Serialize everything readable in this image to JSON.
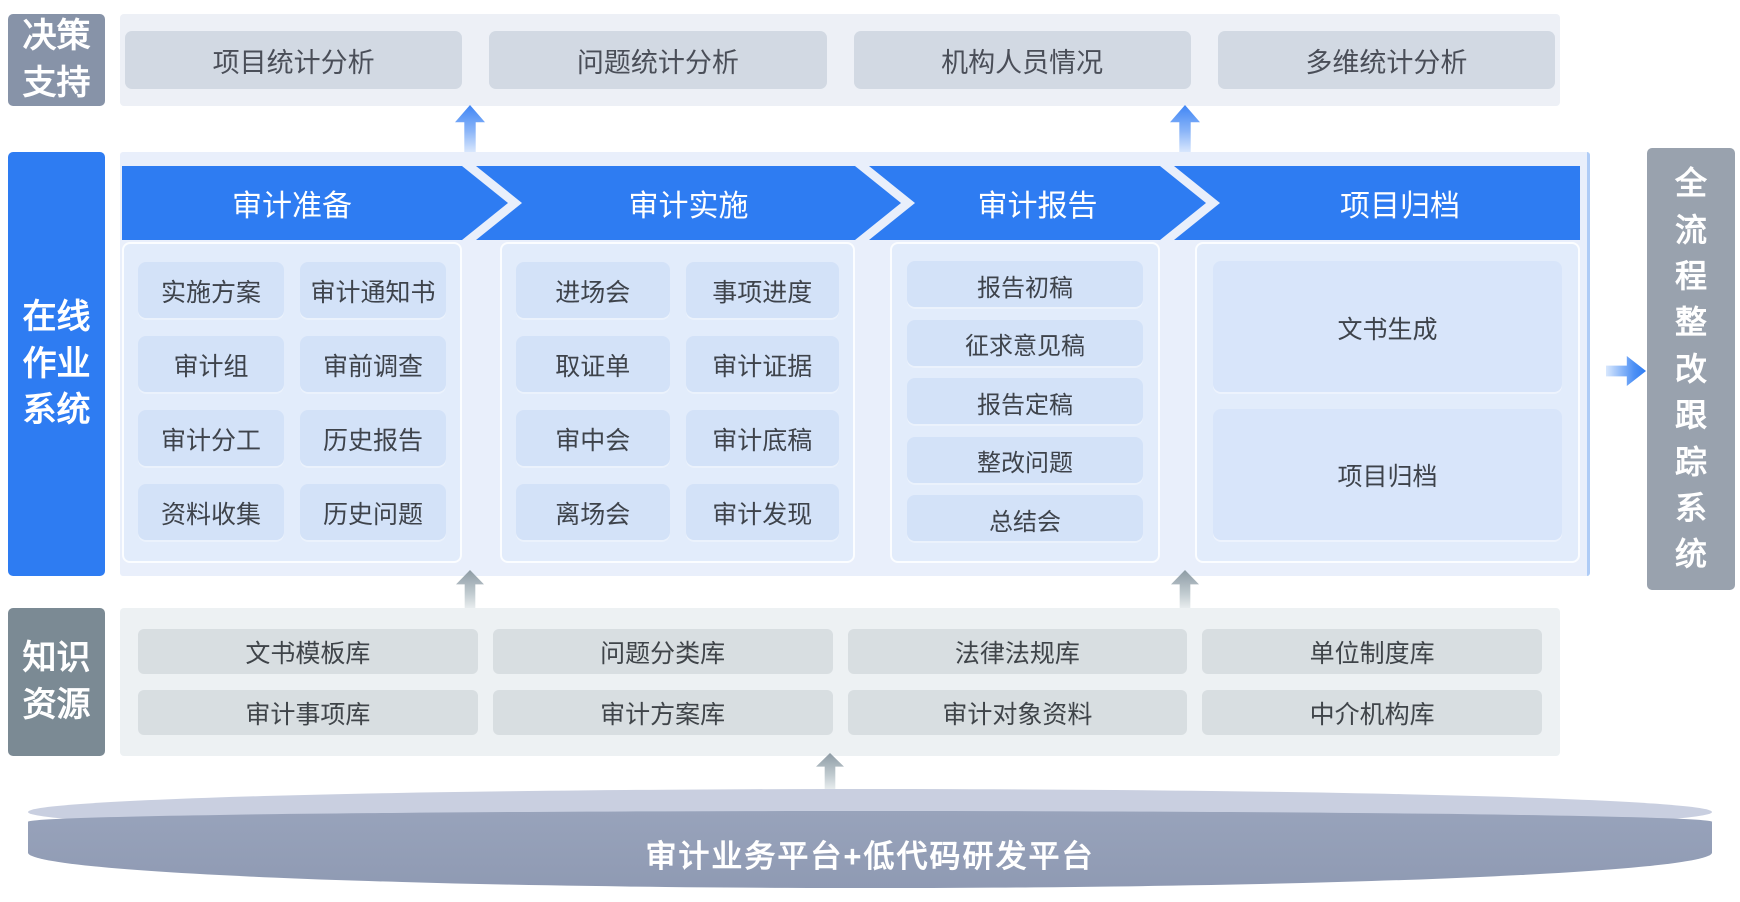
{
  "decision_support": {
    "label": "决策支持",
    "items": [
      "项目统计分析",
      "问题统计分析",
      "机构人员情况",
      "多维统计分析"
    ]
  },
  "online_system": {
    "label": "在线作业系统",
    "stages": [
      {
        "title": "审计准备",
        "items": [
          "实施方案",
          "审计通知书",
          "审计组",
          "审前调查",
          "审计分工",
          "历史报告",
          "资料收集",
          "历史问题"
        ]
      },
      {
        "title": "审计实施",
        "items": [
          "进场会",
          "事项进度",
          "取证单",
          "审计证据",
          "审中会",
          "审计底稿",
          "离场会",
          "审计发现"
        ]
      },
      {
        "title": "审计报告",
        "items": [
          "报告初稿",
          "征求意见稿",
          "报告定稿",
          "整改问题",
          "总结会"
        ]
      },
      {
        "title": "项目归档",
        "items": [
          "文书生成",
          "项目归档"
        ]
      }
    ]
  },
  "tracking_system": {
    "label": "全流程整改跟踪系统"
  },
  "knowledge": {
    "label": "知识资源",
    "items": [
      "文书模板库",
      "问题分类库",
      "法律法规库",
      "单位制度库",
      "审计事项库",
      "审计方案库",
      "审计对象资料",
      "中介机构库"
    ]
  },
  "platform": {
    "label": "审计业务平台+低代码研发平台"
  },
  "colors": {
    "primary_blue": "#2E7CF2",
    "section_bg": "#E9EFFB",
    "panel_bg": "#E2ECFB",
    "chip_bg": "#D3E2F8",
    "decision_label_bg": "#8793A8",
    "decision_btn_bg": "#D2D9E3",
    "knowledge_label_bg": "#7B8A94",
    "knowledge_btn_bg": "#D8DEE1",
    "tracking_bar_bg": "#99A2AE",
    "platform_body": "#919CB5",
    "platform_rim": "#C9CFE0"
  }
}
